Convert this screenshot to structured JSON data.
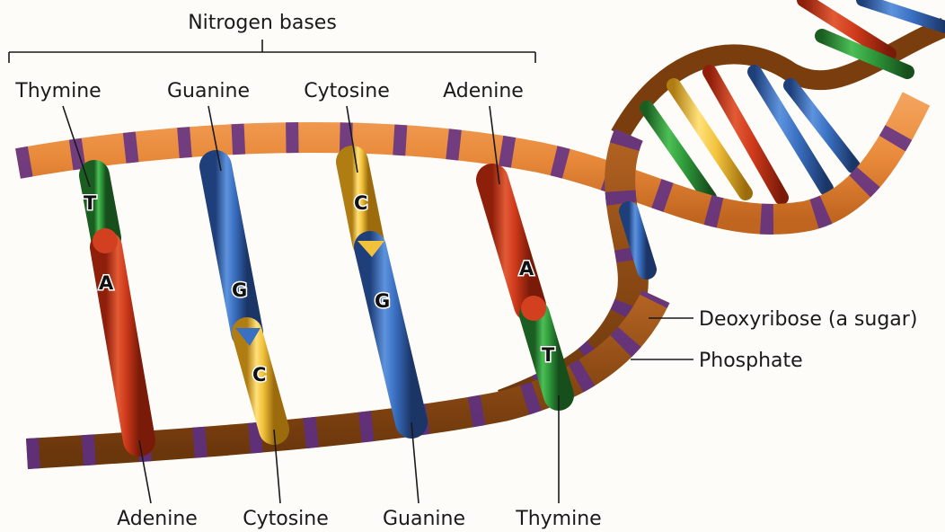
{
  "header_label": "Nitrogen bases",
  "top_labels": [
    "Thymine",
    "Guanine",
    "Cytosine",
    "Adenine"
  ],
  "bottom_labels": [
    "Adenine",
    "Cytosine",
    "Guanine",
    "Thymine"
  ],
  "right_labels": {
    "sugar": "Deoxyribose (a sugar)",
    "phosphate": "Phosphate"
  },
  "pairs": [
    {
      "top": "T",
      "bottom": "A"
    },
    {
      "top": "G",
      "bottom": "C"
    },
    {
      "top": "C",
      "bottom": "G"
    },
    {
      "top": "A",
      "bottom": "T"
    }
  ],
  "colors": {
    "adenine": "#d2401f",
    "thymine": "#2f9a3b",
    "guanine": "#3a70c2",
    "cytosine": "#f2c23c",
    "sugar": "#e8893a",
    "sugar_dark": "#9a5418",
    "phosphate": "#6a3a8c"
  }
}
